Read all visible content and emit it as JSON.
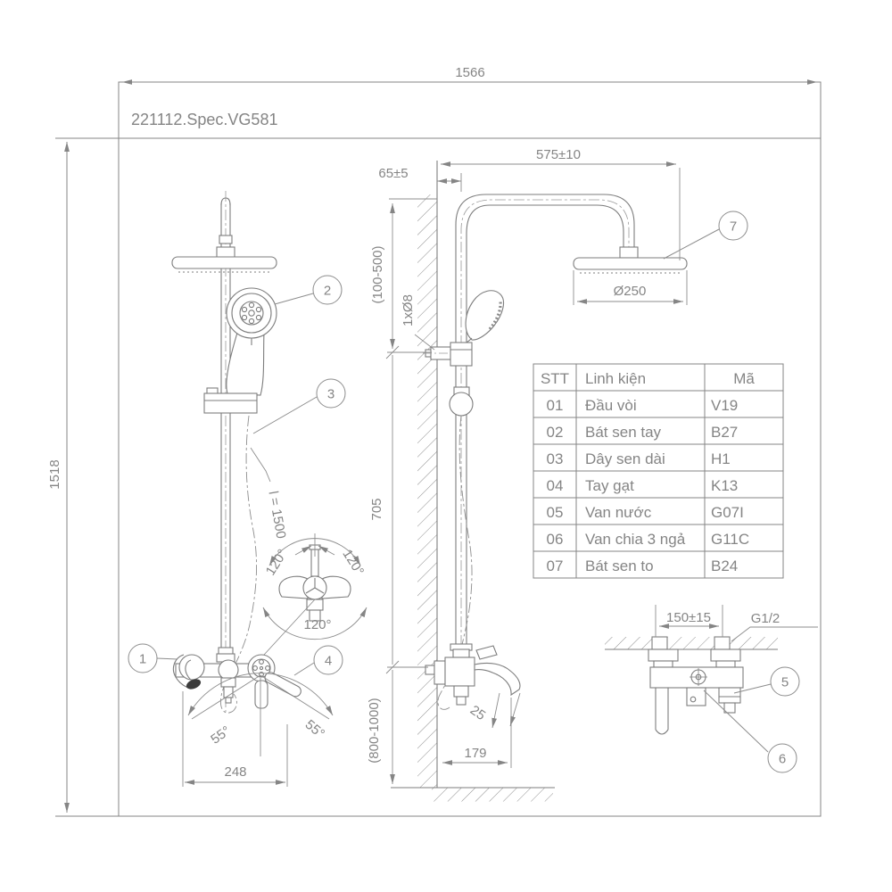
{
  "title_block": {
    "title": "221112.Spec.VG581"
  },
  "overall": {
    "width_label": "1566",
    "height_label": "1518"
  },
  "side_view": {
    "arm_length": "575±10",
    "wall_offset": "65±5",
    "height_adjust_range": "(100-500)",
    "mount_hole": "1xØ8",
    "head_diameter": "Ø250",
    "column_height": "705",
    "install_height_range": "(800-1000)",
    "spout_reach": "179",
    "spout_angle": "25"
  },
  "front_view": {
    "hose_length": "l = 1500",
    "spout_width": "248",
    "swing_left": "55°",
    "swing_right": "55°",
    "rotation_left": "120°",
    "rotation_right": "120°",
    "rotation_bottom": "120°"
  },
  "detail_view": {
    "inlet_spacing": "150±15",
    "thread_size": "G1/2"
  },
  "callouts": {
    "c1": "1",
    "c2": "2",
    "c3": "3",
    "c4": "4",
    "c5": "5",
    "c6": "6",
    "c7": "7"
  },
  "table": {
    "headers": {
      "no": "STT",
      "part": "Linh kiện",
      "code": "Mã"
    },
    "rows": [
      {
        "no": "01",
        "part": "Đầu vòi",
        "code": "V19"
      },
      {
        "no": "02",
        "part": "Bát sen tay",
        "code": "B27"
      },
      {
        "no": "03",
        "part": "Dây sen dài",
        "code": "H1"
      },
      {
        "no": "04",
        "part": "Tay gạt",
        "code": "K13"
      },
      {
        "no": "05",
        "part": "Van nước",
        "code": "G07I"
      },
      {
        "no": "06",
        "part": "Van chia 3 ngả",
        "code": "G11C"
      },
      {
        "no": "07",
        "part": "Bát sen to",
        "code": "B24"
      }
    ]
  },
  "colors": {
    "line": "#858585",
    "text": "#858585",
    "dark_fill": "#3c3c3c",
    "background": "#ffffff"
  }
}
